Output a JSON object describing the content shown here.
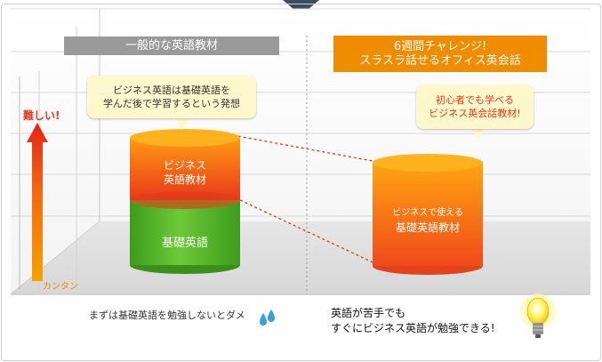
{
  "headers": {
    "left": "一般的な英語教材",
    "right_line1": "6週間チャレンジ!",
    "right_line2": "スラスラ話せるオフィス英会話"
  },
  "bubbles": {
    "left_line1": "ビジネス英語は基礎英語を",
    "left_line2": "学んだ後で学習するという発想",
    "right_line1": "初心者でも学べる",
    "right_line2": "ビジネス英会話教材!"
  },
  "axis": {
    "hard_label": "難しい!",
    "easy_label": "カンタン"
  },
  "cylinders": {
    "left_top_line1": "ビジネス",
    "left_top_line2": "英語教材",
    "left_bottom": "基礎英語",
    "right_line1": "ビジネスで使える",
    "right_line2": "基礎英語教材"
  },
  "footer": {
    "left_note": "まずは基礎英語を勉強しないとダメ",
    "right_line1": "英語が苦手でも",
    "right_line2": "すぐにビジネス英語が勉強できる!"
  },
  "colors": {
    "left_header": "#9a9a9a",
    "right_header": "#f08c00",
    "green": "#55b82a",
    "orange": "#ff7a00",
    "red": "#e8371a"
  }
}
